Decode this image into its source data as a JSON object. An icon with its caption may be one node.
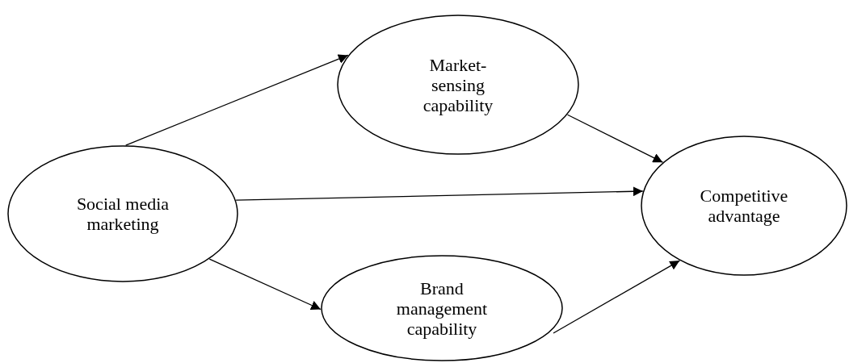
{
  "diagram": {
    "nodes": [
      {
        "text": [
          "Social media marketing"
        ]
      },
      {
        "text": [
          "Market-sensing capability"
        ]
      },
      {
        "text": [
          "Competitive advantage"
        ]
      },
      {
        "text": [
          "Brand management capability"
        ]
      }
    ],
    "edges": [
      {
        "from": 0,
        "to": 1,
        "arrow": "to"
      },
      {
        "from": 0,
        "to": 2,
        "arrow": "to"
      },
      {
        "from": 0,
        "to": 3,
        "arrow": "to"
      },
      {
        "from": 1,
        "to": 2,
        "arrow": "to"
      },
      {
        "from": 3,
        "to": 2,
        "arrow": "to"
      }
    ]
  }
}
